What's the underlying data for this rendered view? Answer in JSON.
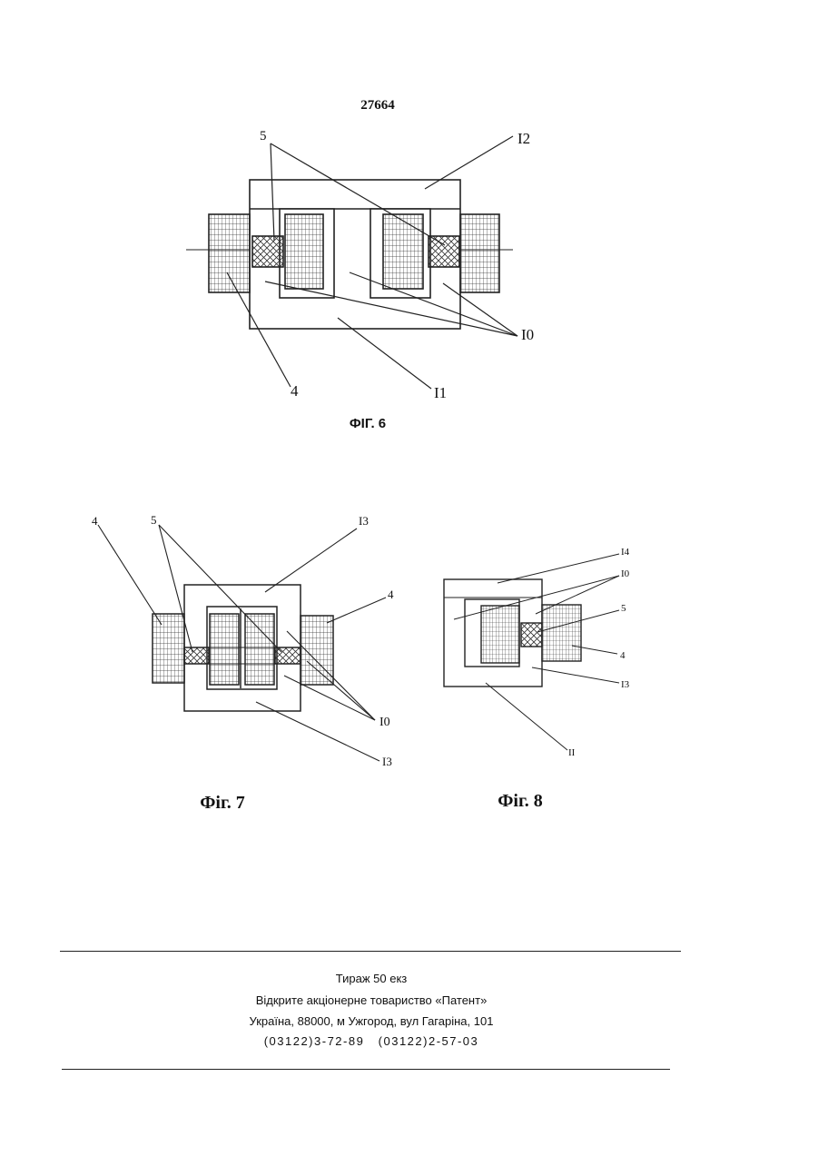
{
  "page_number": "27664",
  "figures": {
    "fig6": {
      "caption": "ФІГ. 6",
      "labels": [
        "5",
        "I2",
        "I0",
        "4",
        "I1"
      ]
    },
    "fig7": {
      "caption": "Фіг. 7",
      "labels": [
        "4",
        "5",
        "I3",
        "4",
        "I0",
        "I3"
      ]
    },
    "fig8": {
      "caption": "Фіг. 8",
      "labels": [
        "I4",
        "I0",
        "5",
        "4",
        "I3",
        "II"
      ]
    }
  },
  "imprint": {
    "circulation": "Тираж 50 екз",
    "publisher": "Відкрите акціонерне товариство «Патент»",
    "address": "Україна, 88000, м Ужгород, вул Гагаріна, 101",
    "phones": "(03122)3-72-89   (03122)2-57-03"
  }
}
